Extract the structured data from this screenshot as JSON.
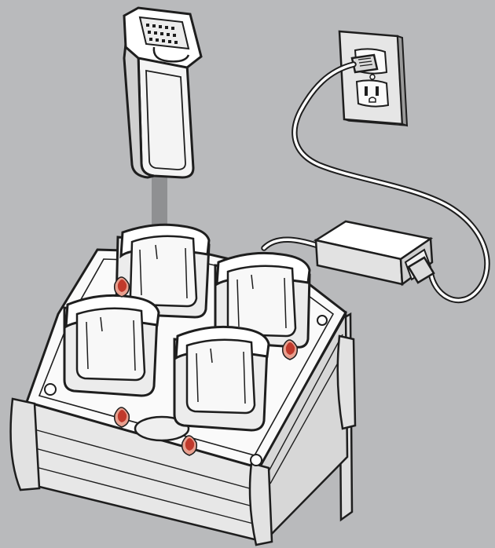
{
  "figure": {
    "background_color": "#b9babc",
    "line_color": "#1e1e1e",
    "fill_light": "#ffffff",
    "fill_mid": "#e4e4e4",
    "fill_dark": "#cfcfcf",
    "arrow_color": "#8f9092",
    "led_color": "#c0392b",
    "led_ring_color": "#e8a08f"
  },
  "components": {
    "battery": "battery-pack",
    "charger": "four-slot-battery-charger",
    "power_supply": "power-supply-brick",
    "outlet": "wall-outlet",
    "cord": "power-cord",
    "arrow": "insert-direction-arrow"
  },
  "charger": {
    "slot_count": 4,
    "led_count": 4
  }
}
